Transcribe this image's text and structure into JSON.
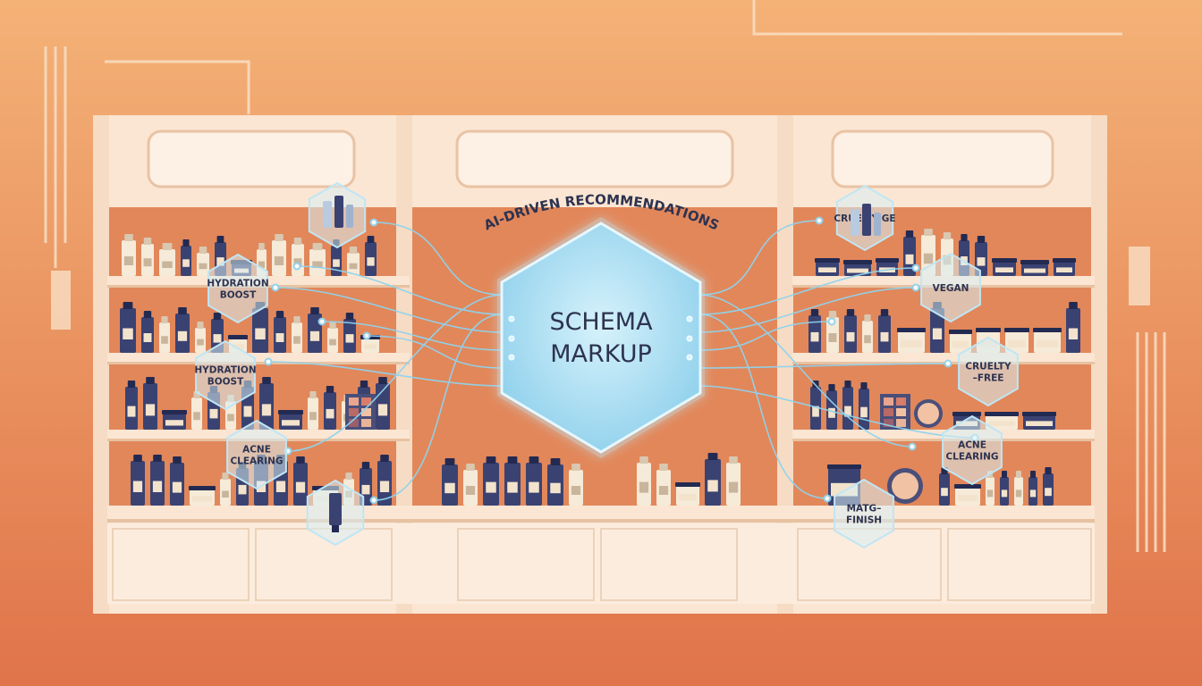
{
  "colors": {
    "bg_top": "#f4b277",
    "bg_bottom": "#e0744a",
    "wall": "#e2875a",
    "shelf": "#fbe6d3",
    "cabinet": "#fcecdd",
    "navy": "#3a4272",
    "cream": "#f6ead8",
    "hub": "#a9def3",
    "line": "#8fd3ee"
  },
  "hub": {
    "line1": "SCHEMA",
    "line2": "MARKUP",
    "arc": "AI-DRIVEN RECOMMENDATIONS"
  },
  "tags": {
    "left_1": [
      "HYDRATION",
      "BOOST"
    ],
    "left_2": [
      "HYDRATION",
      "BOOST"
    ],
    "left_3": [
      "ACNE",
      "CLEARING"
    ],
    "right_1": [
      "CRUELIY GE"
    ],
    "right_2": [
      "VEGAN"
    ],
    "right_3": [
      "CRUELTY",
      "–FREE"
    ],
    "right_4": [
      "ACNE",
      "CLEARING"
    ],
    "right_5": [
      "MATG–",
      "FINISH"
    ]
  },
  "icons": {
    "product_hex_top_left": "bottle-icon",
    "product_hex_bottom_left": "tube-icon",
    "product_hex_top_right": "bottle-icon"
  }
}
